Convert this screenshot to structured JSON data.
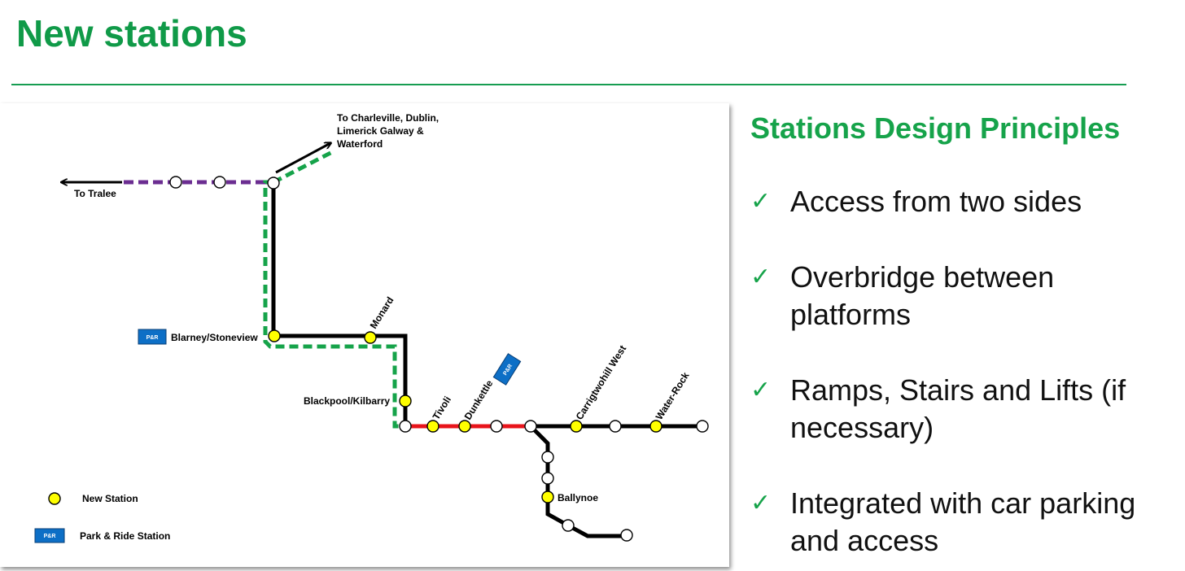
{
  "header": {
    "title": "New stations"
  },
  "colors": {
    "brand_green": "#16a34a",
    "title_green": "#109a48",
    "rule_green": "#179d52",
    "line_black": "#000000",
    "line_red": "#e8141b",
    "line_purple": "#6b2d91",
    "line_green_dashed": "#16a34a",
    "new_station_fill": "#ffff00",
    "park_ride_blue": "#0d6fc6"
  },
  "map": {
    "labels": {
      "to_dublin": [
        "To Charleville, Dublin,",
        "Limerick Galway &",
        "Waterford"
      ],
      "to_tralee": "To Tralee"
    },
    "stations": {
      "blarney": "Blarney/Stoneview",
      "monard": "Monard",
      "blackpool": "Blackpool/Kilbarry",
      "tivoli": "Tivoli",
      "dunkettle": "Dunkettle",
      "carrigtwohill_west": "Carrigtwohill West",
      "water_rock": "Water-Rock",
      "ballynoe": "Ballynoe"
    },
    "park_ride_badge": "P&R",
    "legend": {
      "new_station": "New Station",
      "park_ride": "Park & Ride Station"
    }
  },
  "principles": {
    "title": "Stations Design Principles",
    "check_icon": "checkmark-icon",
    "items": [
      {
        "check": "✓",
        "lines": [
          "Access from two sides"
        ]
      },
      {
        "check": "✓",
        "lines": [
          "Overbridge between",
          "platforms"
        ]
      },
      {
        "check": "✓",
        "lines": [
          "Ramps, Stairs and Lifts (if",
          "necessary)"
        ]
      },
      {
        "check": "✓",
        "lines": [
          "Integrated with car parking",
          "and access"
        ]
      }
    ]
  }
}
